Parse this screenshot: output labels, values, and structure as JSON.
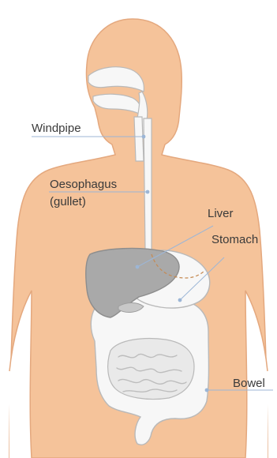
{
  "labels": {
    "windpipe": "Windpipe",
    "oesophagus": "Oesophagus",
    "gullet": "(gullet)",
    "liver": "Liver",
    "stomach": "Stomach",
    "bowel": "Bowel"
  },
  "colors": {
    "skin": "#f5c39a",
    "skin_outline": "#e4a87e",
    "organ_white": "#f7f7f7",
    "organ_outline": "#b9b9b9",
    "liver": "#a9a9a9",
    "leader_line": "#9cb6d6",
    "pointer_dot": "#9cb6d6",
    "text": "#3a3a3a"
  }
}
